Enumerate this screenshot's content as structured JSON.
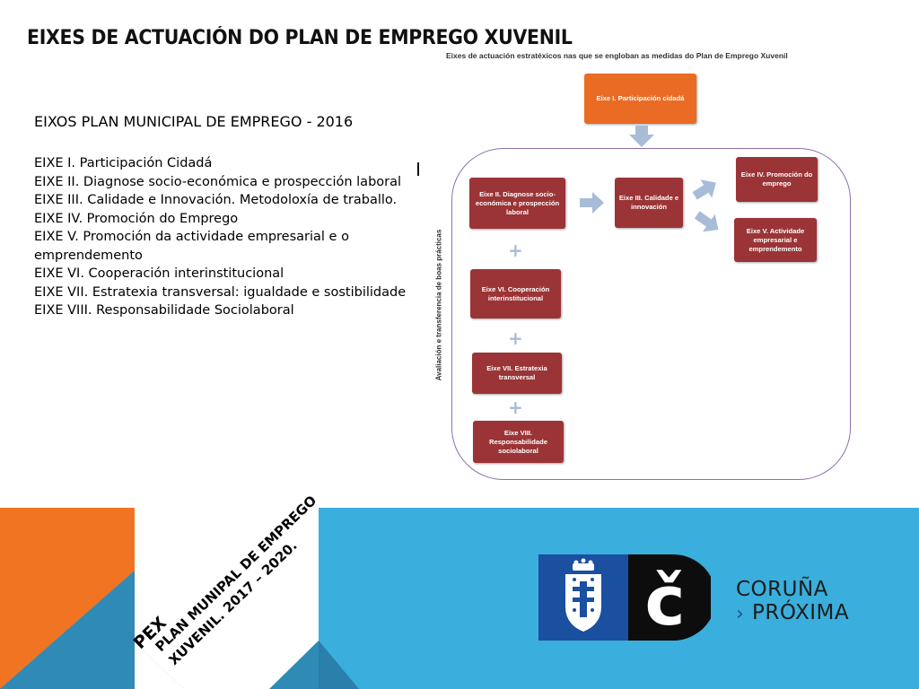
{
  "title": "EIXES DE ACTUACIÓN DO PLAN DE EMPREGO XUVENIL",
  "subtitle": "EIXOS PLAN MUNICIPAL DE EMPREGO - 2016",
  "axes": [
    "EIXE I. Participación Cidadá",
    "EIXE II. Diagnose socio-económica e prospección laboral",
    "EIXE III. Calidade e Innovación. Metodoloxía de traballo.",
    "EIXE IV. Promoción do Emprego",
    "EIXE V. Promoción da actividade empresarial e o emprendemento",
    "EIXE VI. Cooperación interinstitucional",
    "EIXE VII. Estratexia transversal: igualdade e sostibilidade",
    "EIXE VIII. Responsabilidade Sociolaboral"
  ],
  "diagram": {
    "caption": "Eixes de actuación estratéxicos nas que se engloban as medidas do Plan de Emprego Xuvenil",
    "side_label": "Avaliación e transferencia de boas prácticas",
    "nodes": {
      "eixe1": "Eixe I. Participación cidadá",
      "eixe2": "Eixe II. Diagnose socio-económica e prospección laboral",
      "eixe3": "Eixe III. Calidade e innovación",
      "eixe4": "Eixe IV. Promoción do emprego",
      "eixe5": "Eixe V. Actividade empresarial e emprendemento",
      "eixe6": "Eixe VI. Cooperación interinstitucional",
      "eixe7": "Eixe VII. Estratexia transversal",
      "eixe8": "Eixe VIII. Responsabilidade sociolaboral"
    },
    "plus_symbol": "+"
  },
  "footer": {
    "pex": "PEX",
    "line1": "PLAN MUNIPAL DE EMPREGO",
    "line2": "XUVENIL. 2017 – 2020.",
    "logo_letter": "č",
    "brand_line1": "CORUÑA",
    "brand_chevron": "›",
    "brand_line2": "PRÓXIMA"
  },
  "colors": {
    "node_red": "#9b3436",
    "node_orange": "#ea6b24",
    "container_border": "#8e6fae",
    "arrow": "#a8bcd8",
    "footer_blue": "#3aaedc",
    "footer_orange": "#f07421",
    "footer_teal": "#2f8bb5",
    "logo_blue": "#1b4fa0"
  }
}
